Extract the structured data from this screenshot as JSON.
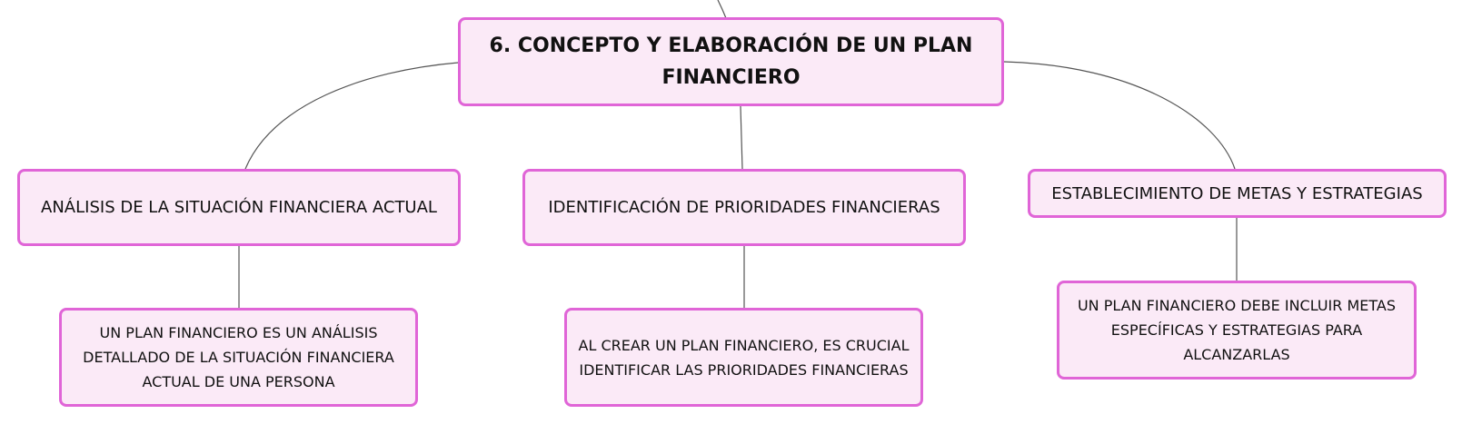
{
  "root": {
    "label": "6. CONCEPTO Y ELABORACIÓN DE UN PLAN FINANCIERO"
  },
  "branches": [
    {
      "label": "ANÁLISIS DE LA SITUACIÓN FINANCIERA ACTUAL",
      "detail": "UN PLAN FINANCIERO ES UN ANÁLISIS DETALLADO DE LA SITUACIÓN FINANCIERA ACTUAL DE UNA PERSONA"
    },
    {
      "label": "IDENTIFICACIÓN DE PRIORIDADES FINANCIERAS",
      "detail": "AL CREAR UN PLAN FINANCIERO, ES CRUCIAL IDENTIFICAR LAS PRIORIDADES FINANCIERAS"
    },
    {
      "label": "ESTABLECIMIENTO DE METAS Y ESTRATEGIAS",
      "detail": "UN PLAN FINANCIERO DEBE INCLUIR METAS ESPECÍFICAS Y ESTRATEGIAS PARA ALCANZARLAS"
    }
  ],
  "colors": {
    "node_fill": "#fbeaf7",
    "node_border": "#e065d7",
    "connector": "#555555"
  }
}
